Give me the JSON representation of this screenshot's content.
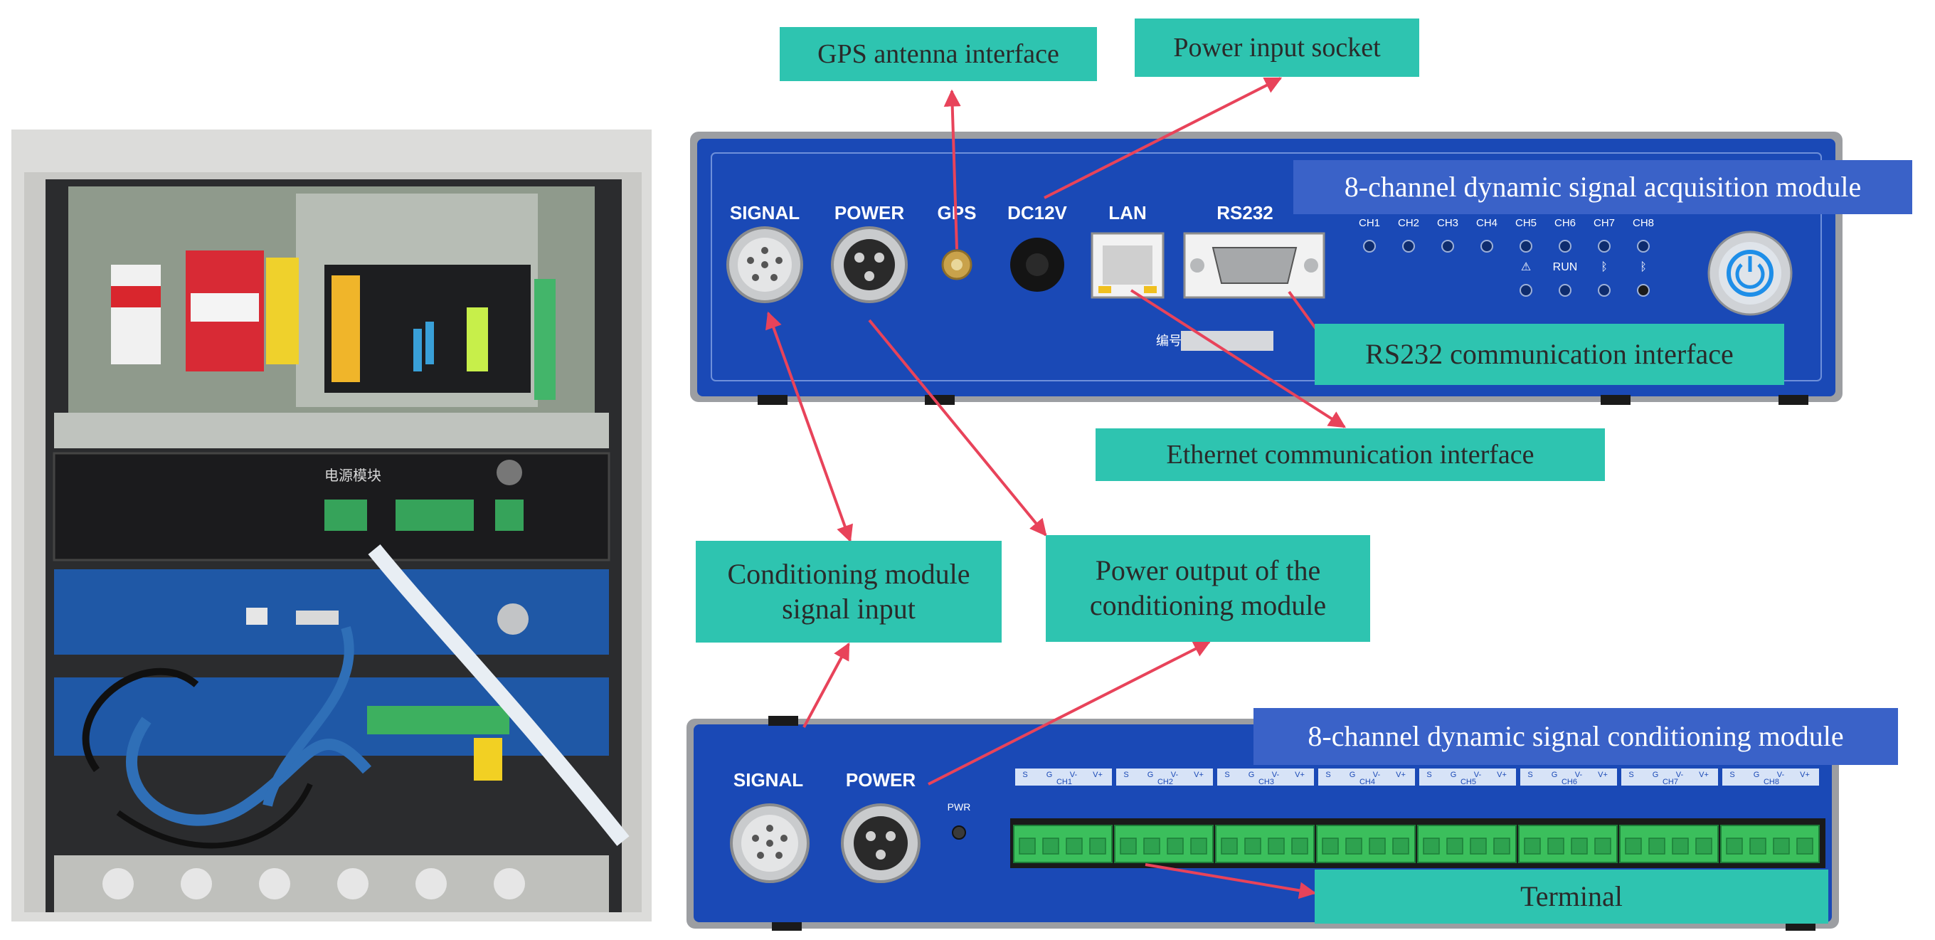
{
  "callouts": {
    "gps": "GPS antenna interface",
    "power_in": "Power input socket",
    "acq_module": "8-channel dynamic signal acquisition module",
    "rs232": "RS232 communication interface",
    "ethernet": "Ethernet communication interface",
    "cond_signal_line1": "Conditioning module",
    "cond_signal_line2": "signal input",
    "cond_power_line1": "Power output of the",
    "cond_power_line2": "conditioning module",
    "cond_module": "8-channel dynamic signal conditioning module",
    "terminal": "Terminal"
  },
  "acq_panel": {
    "port_labels": [
      "SIGNAL",
      "POWER",
      "GPS",
      "DC12V",
      "LAN",
      "RS232"
    ],
    "led_labels": [
      "CH1",
      "CH2",
      "CH3",
      "CH4",
      "CH5",
      "CH6",
      "CH7",
      "CH8"
    ],
    "status_labels": [
      "⚠",
      "RUN",
      "ᛒ",
      "ᛒ"
    ],
    "serial_label": "编号"
  },
  "cond_panel": {
    "port_labels": [
      "SIGNAL",
      "POWER"
    ],
    "pwr_label": "PWR",
    "terminal_pin_labels": [
      "S",
      "G",
      "V-",
      "V+"
    ],
    "channel_labels": [
      "CH1",
      "CH2",
      "CH3",
      "CH4",
      "CH5",
      "CH6",
      "CH7",
      "CH8"
    ]
  },
  "photo": {
    "power_module_label": "电源模块",
    "colors": {
      "cabinet": "#d9d9d7",
      "interior": "#2a2a2a",
      "blue_panel": "#1f5aa8",
      "terminal_green": "#2fb35a"
    }
  },
  "colors": {
    "callout_teal": "#2ec4b0",
    "callout_blue": "#3a62c8",
    "panel_blue": "#1a49b6",
    "arrow": "#e8435a"
  }
}
